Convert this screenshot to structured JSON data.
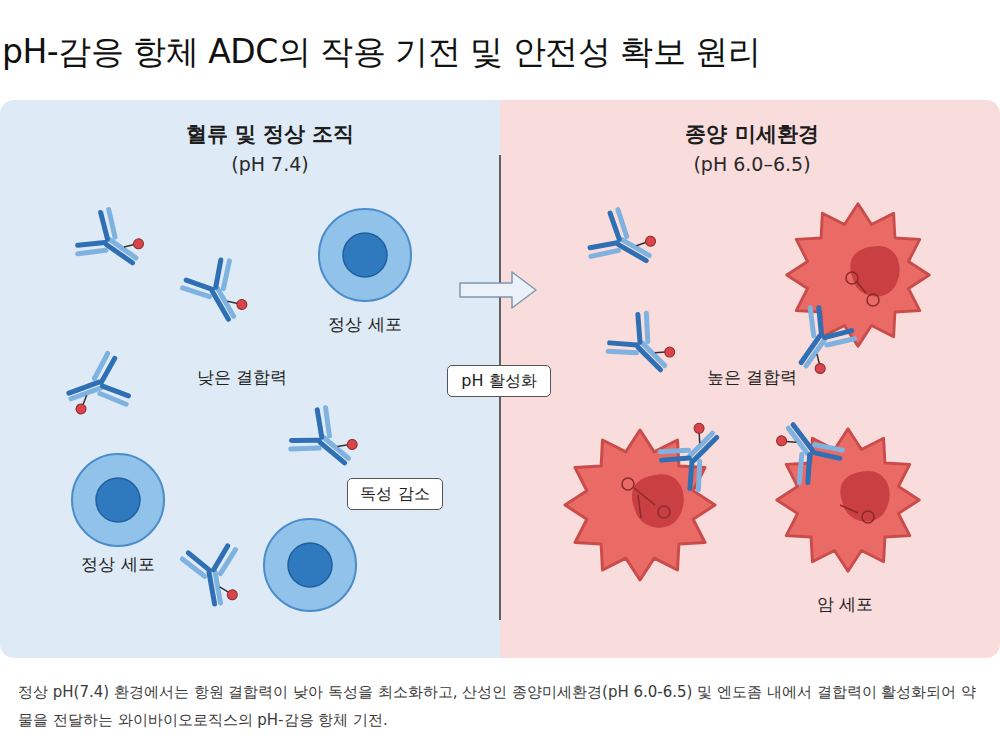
{
  "diagram": {
    "title": "pH-감응 항체 ADC의 작용 기전 및 안전성 확보 원리",
    "caption": "정상 pH(7.4) 환경에서는 항원 결합력이 낮아 독성을 최소화하고, 산성인 종양미세환경(pH 6.0-6.5) 및 엔도좀 내에서 결합력이 활성화되어 약물을 전달하는 와이바이오로직스의 pH-감응 항체 기전.",
    "nodes": [
      {
        "text": [
          "혈류 및 정상 조직",
          "(pH 7.4)"
        ]
      },
      {
        "text": [
          "독성 감소"
        ],
        "in": 0
      },
      {
        "text": [
          "pH 활성화"
        ]
      },
      {
        "text": [
          "종양 미세환경",
          "(pH 6.0–6.5)"
        ]
      }
    ],
    "labels": [
      "정상 세포",
      "낮은 결합력",
      "정상 세포",
      "높은 결합력",
      "암 세포"
    ]
  }
}
